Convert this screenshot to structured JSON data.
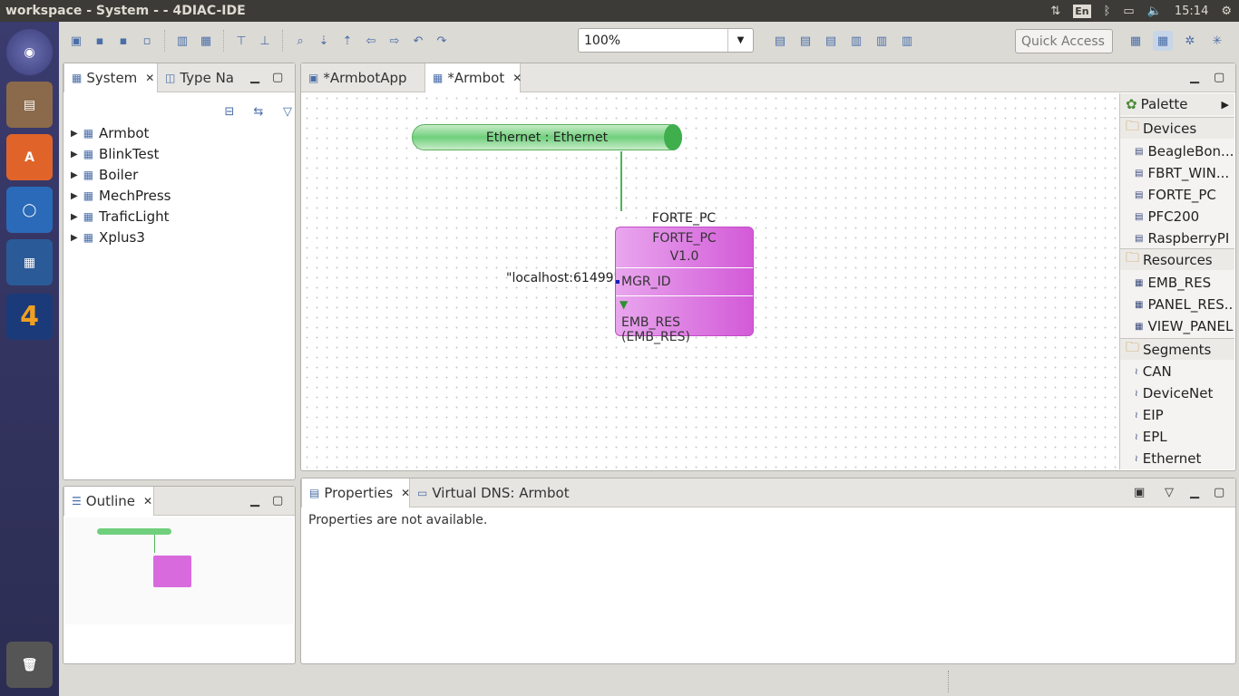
{
  "window": {
    "title": "workspace - System -  - 4DIAC-IDE"
  },
  "tray": {
    "lang": "En",
    "time": "15:14"
  },
  "toolbar": {
    "zoom": "100%",
    "quick_access": "Quick Access"
  },
  "left_panel": {
    "tabs": [
      {
        "label": "System"
      },
      {
        "label": "Type Na"
      }
    ],
    "items": [
      "Armbot",
      "BlinkTest",
      "Boiler",
      "MechPress",
      "TraficLight",
      "Xplus3"
    ]
  },
  "outline": {
    "tab": "Outline"
  },
  "editor": {
    "tabs": [
      {
        "label": "*ArmbotApp"
      },
      {
        "label": "*Armbot"
      }
    ],
    "segment": "Ethernet : Ethernet",
    "device": {
      "name": "FORTE_PC",
      "type": "FORTE_PC",
      "version": "V1.0",
      "input": "MGR_ID",
      "input_value": "\"localhost:61499\"",
      "resource": "EMB_RES (EMB_RES)"
    }
  },
  "palette": {
    "title": "Palette",
    "groups": [
      {
        "name": "Devices",
        "items": [
          "BeagleBon...",
          "FBRT_WIN...",
          "FORTE_PC",
          "PFC200",
          "RaspberryPI"
        ]
      },
      {
        "name": "Resources",
        "items": [
          "EMB_RES",
          "PANEL_RES...",
          "VIEW_PANEL"
        ]
      },
      {
        "name": "Segments",
        "items": [
          "CAN",
          "DeviceNet",
          "EIP",
          "EPL",
          "Ethernet"
        ]
      }
    ]
  },
  "bottom": {
    "tabs": [
      {
        "label": "Properties"
      },
      {
        "label": "Virtual DNS: Armbot"
      }
    ],
    "message": "Properties are not available."
  }
}
